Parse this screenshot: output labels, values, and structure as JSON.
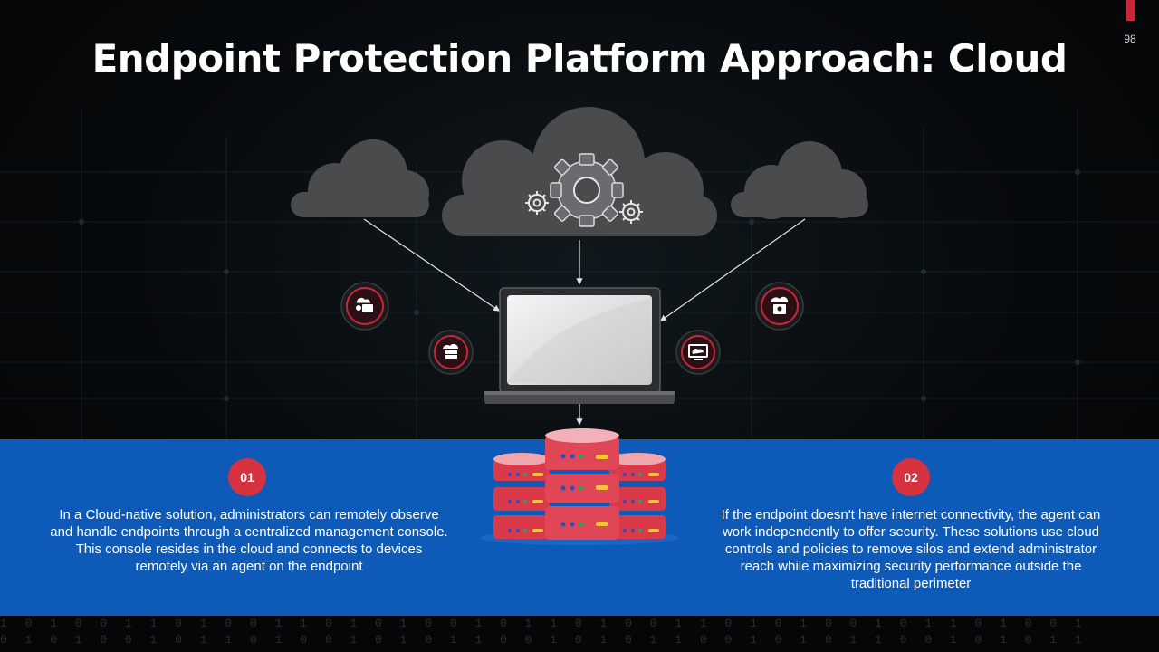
{
  "slide": {
    "title": "Endpoint Protection Platform Approach: Cloud",
    "page_number": "98",
    "accent_color": "#c6273a",
    "band_color": "#0d5ab8"
  },
  "points": [
    {
      "number": "01",
      "text": "In a Cloud-native solution, administrators can remotely observe and handle endpoints through a centralized management console. This console resides in the cloud and connects to devices remotely via an agent on the endpoint"
    },
    {
      "number": "02",
      "text": "If the endpoint doesn't have internet connectivity, the agent can work independently to offer security. These solutions use cloud controls and policies to remove silos and extend administrator reach while maximizing security performance outside the traditional perimeter"
    }
  ],
  "diagram": {
    "clouds": [
      "cloud-left-icon",
      "cloud-center-gears-icon",
      "cloud-right-icon"
    ],
    "device": "laptop-icon",
    "storage": "server-database-icon",
    "orbit_icons": [
      "cloud-user-icon",
      "cloud-server-icon",
      "cloud-monitor-icon",
      "cloud-lock-icon"
    ]
  }
}
